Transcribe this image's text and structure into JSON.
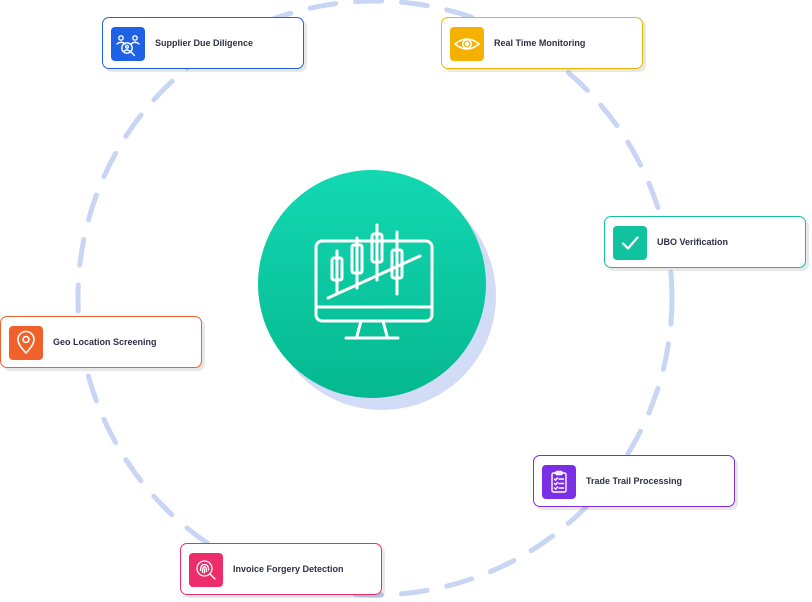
{
  "hub": {
    "icon": "monitor-candlestick-chart-icon"
  },
  "nodes": [
    {
      "label": "Supplier Due Diligence",
      "icon": "supplier-search-icon",
      "color": "#1f62e6"
    },
    {
      "label": "Real Time Monitoring",
      "icon": "eye-icon",
      "color": "#f5b100"
    },
    {
      "label": "UBO Verification",
      "icon": "checkmark-icon",
      "color": "#11c29e"
    },
    {
      "label": "Geo Location Screening",
      "icon": "map-pin-icon",
      "color": "#f0612c"
    },
    {
      "label": "Trade Trail Processing",
      "icon": "clipboard-checklist-icon",
      "color": "#7a2ee6"
    },
    {
      "label": "Invoice Forgery Detection",
      "icon": "fingerprint-search-icon",
      "color": "#ee2c6b"
    }
  ],
  "colors": {
    "ring": "#c9d5f5",
    "hub": "#0cc9a2",
    "hub_shadow": "#d3dcf7"
  }
}
